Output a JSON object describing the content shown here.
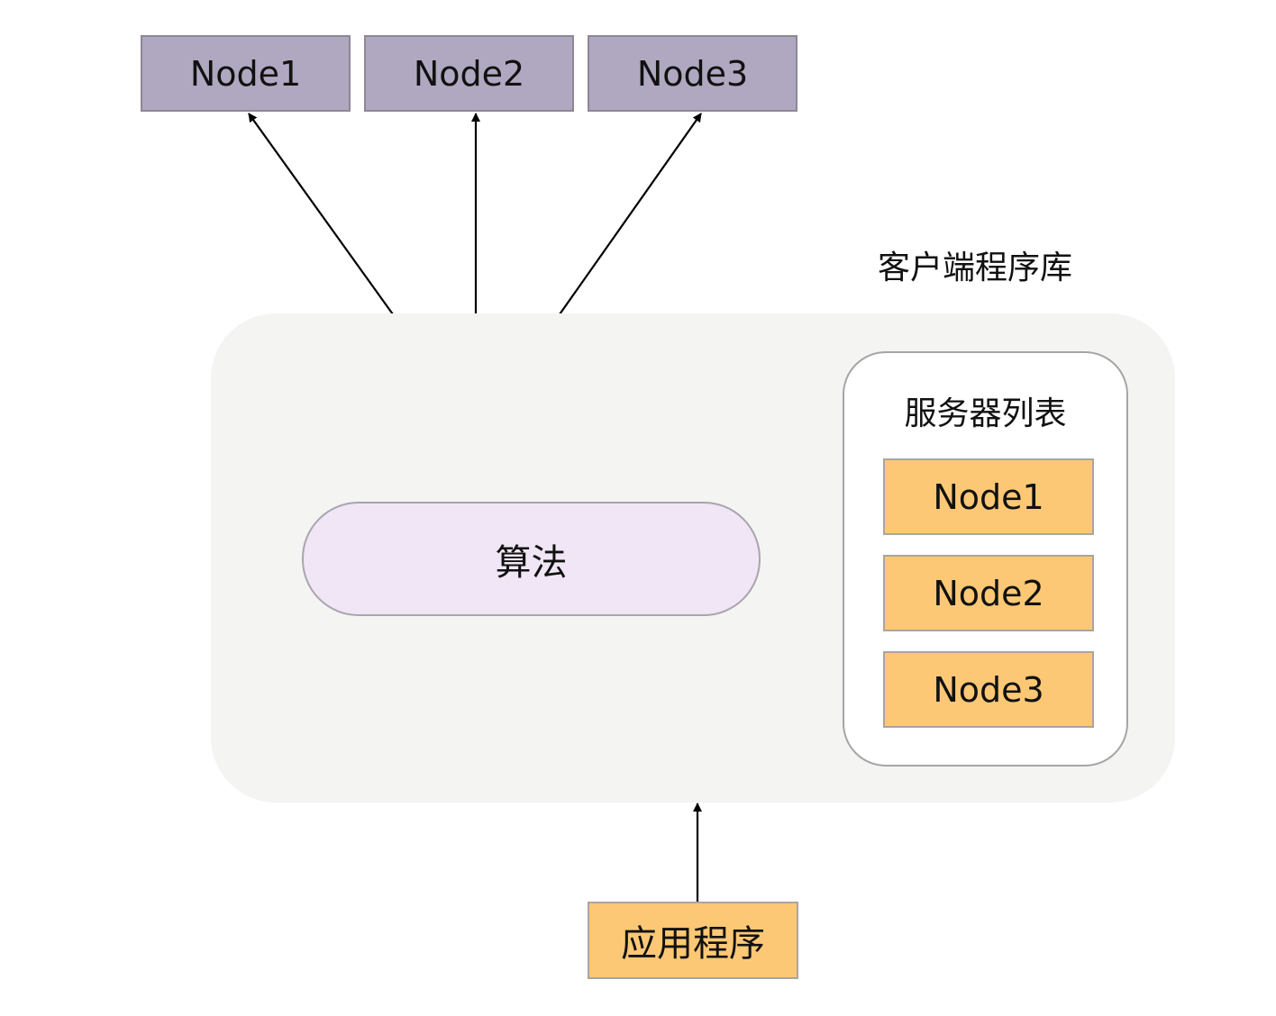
{
  "top_nodes": [
    "Node1",
    "Node2",
    "Node3"
  ],
  "client_library": {
    "label": "客户端程序库",
    "algorithm": "算法",
    "server_list": {
      "title": "服务器列表",
      "nodes": [
        "Node1",
        "Node2",
        "Node3"
      ]
    }
  },
  "application": "应用程序",
  "colors": {
    "top_node_fill": "#b0a8c0",
    "list_node_fill": "#fdc875",
    "algorithm_fill": "#f0e6f5",
    "client_library_fill": "#f4f4f2"
  }
}
